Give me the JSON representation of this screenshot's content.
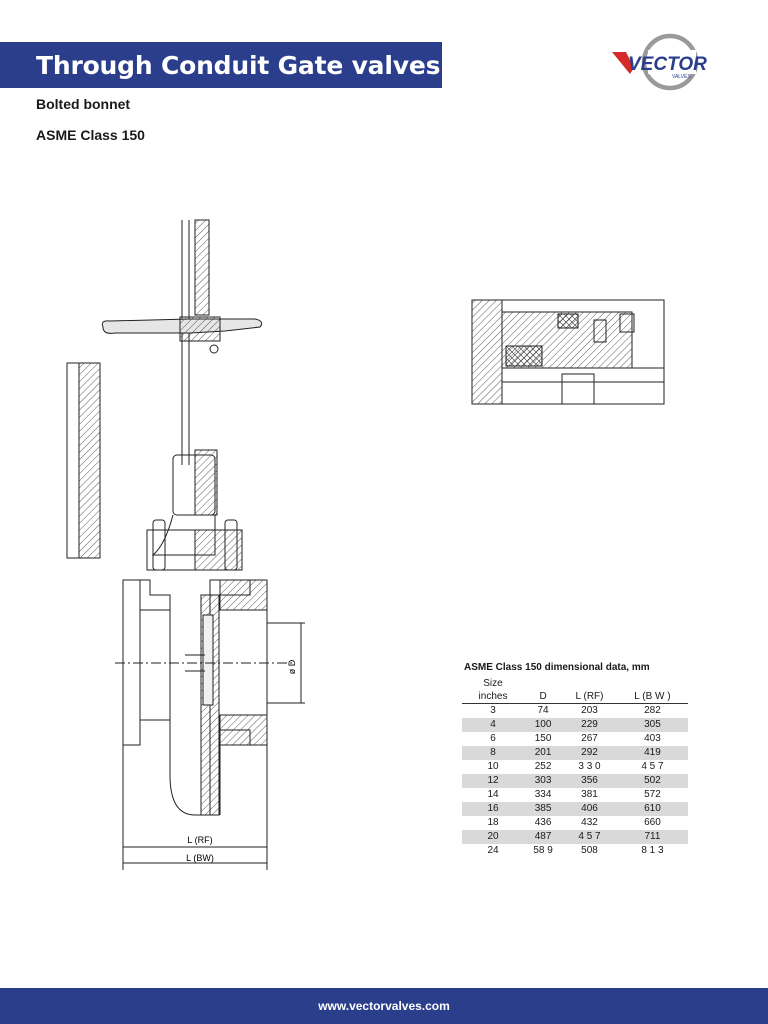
{
  "header": {
    "title": "Through Conduit Gate valves",
    "subtitle1": "Bolted bonnet",
    "subtitle2": "ASME Class 150"
  },
  "logo": {
    "text": "VECTOR",
    "subtext": "VALVES",
    "colors": {
      "red": "#d42a2a",
      "navy": "#2a3e8c",
      "gray": "#9a9a9a"
    }
  },
  "drawing": {
    "label_d": "ø D",
    "label_rf": "L (RF)",
    "label_bw": "L (BW)"
  },
  "table": {
    "title": "ASME Class 150 dimensional data, mm",
    "headers": {
      "size_line1": "Size",
      "size_line2": "inches",
      "d": "D",
      "l_rf": "L (RF)",
      "l_bw": "L  (B W )"
    },
    "rows": [
      [
        "3",
        "74",
        "203",
        "282"
      ],
      [
        "4",
        "100",
        "229",
        "305"
      ],
      [
        "6",
        "150",
        "267",
        "403"
      ],
      [
        "8",
        "201",
        "292",
        "419"
      ],
      [
        "10",
        "252",
        "3 3 0",
        "4 5 7"
      ],
      [
        "12",
        "303",
        "356",
        "502"
      ],
      [
        "14",
        "334",
        "381",
        "572"
      ],
      [
        "16",
        "385",
        "406",
        "610"
      ],
      [
        "18",
        "436",
        "432",
        "660"
      ],
      [
        "20",
        "487",
        "4 5 7",
        "711"
      ],
      [
        "24",
        "58 9",
        "508",
        "8 1 3"
      ]
    ]
  },
  "footer": {
    "url": "www.vectorvalves.com"
  },
  "colors": {
    "brand_blue": "#2a3e8c",
    "row_shade": "#d9d9d9"
  }
}
